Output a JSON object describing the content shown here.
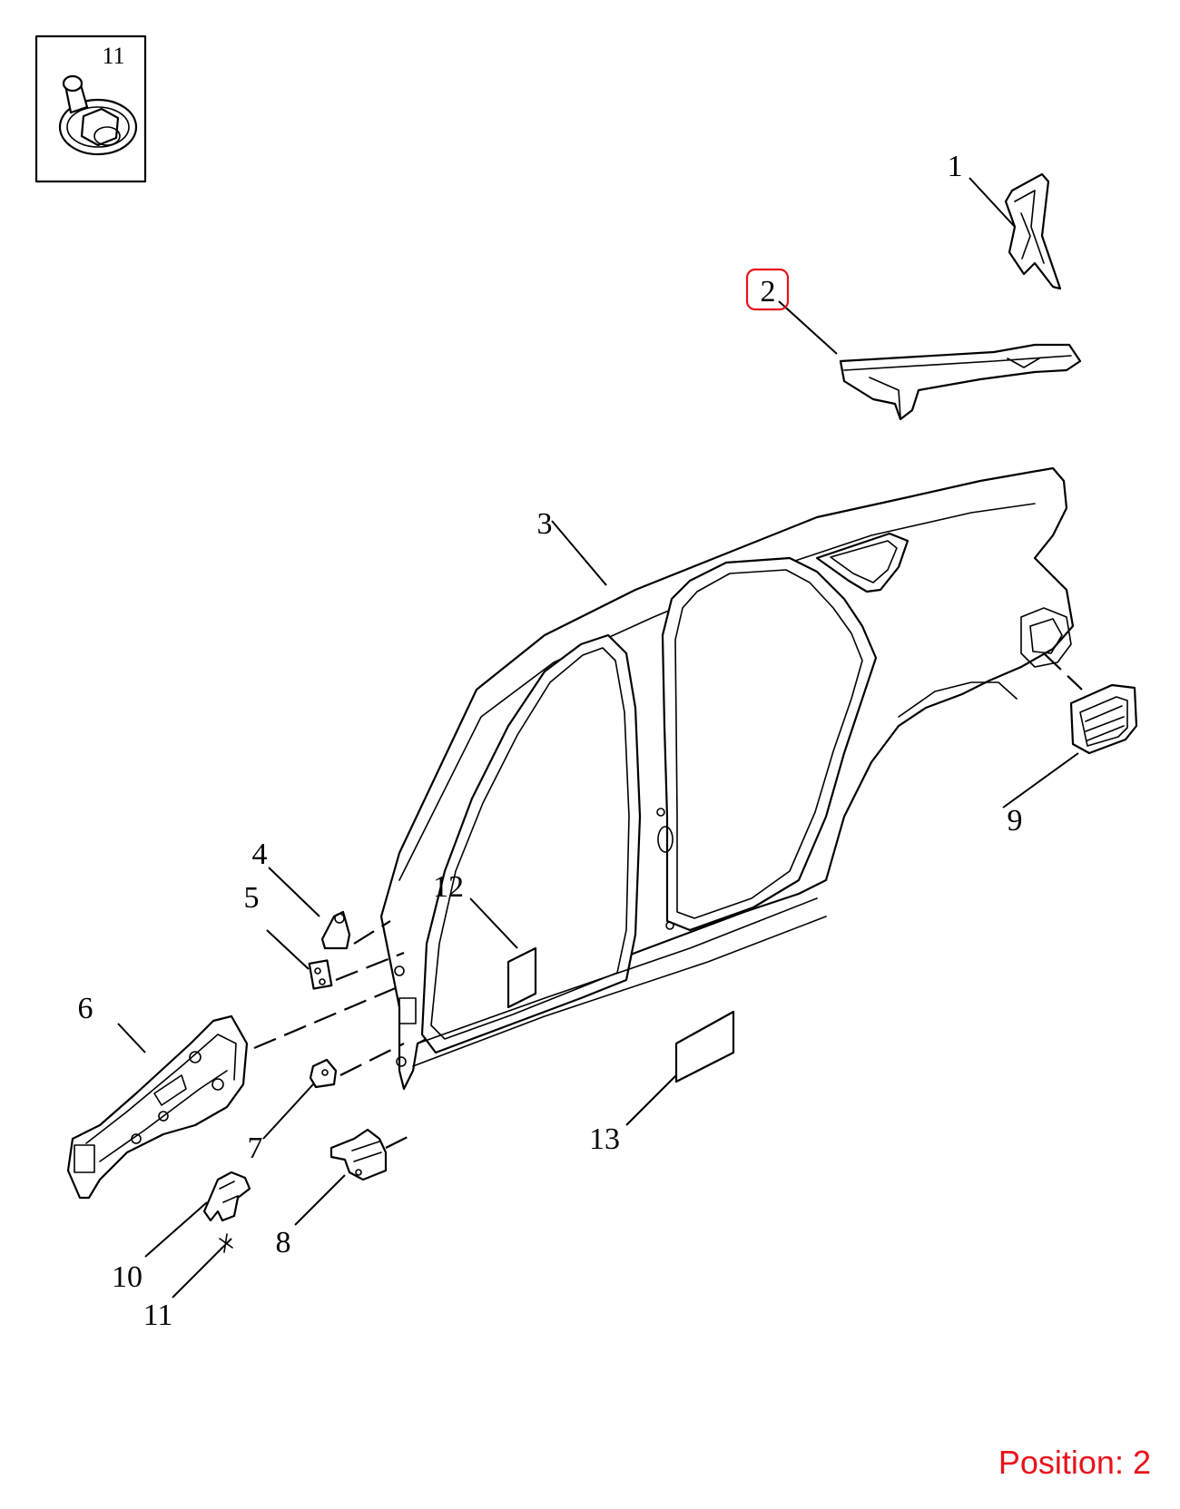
{
  "diagram": {
    "callouts": {
      "inset_11": "11",
      "c1": "1",
      "c2": "2",
      "c3": "3",
      "c4": "4",
      "c5": "5",
      "c6": "6",
      "c7": "7",
      "c8": "8",
      "c9": "9",
      "c10": "10",
      "c11": "11",
      "c12": "12",
      "c13": "13"
    },
    "highlighted_callout": "2",
    "highlight_color": "#e8121b"
  },
  "position_label": {
    "prefix": "Position:",
    "value": "2"
  }
}
